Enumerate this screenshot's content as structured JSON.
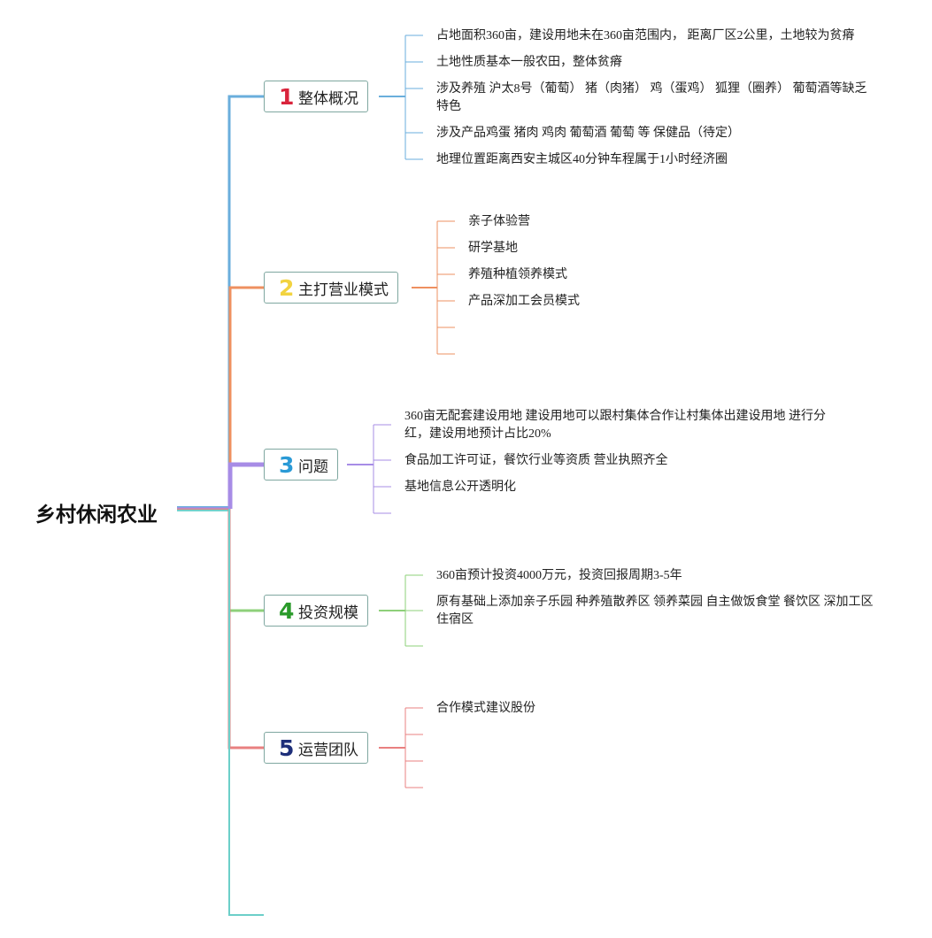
{
  "root": {
    "label": "乡村休闲农业"
  },
  "branches": [
    {
      "num": "1",
      "label": "整体概况",
      "color": "#6aaedc",
      "num_color": "#d9243c",
      "leaves": [
        "占地面积360亩，建设用地未在360亩范围内， 距离厂区2公里，土地较为贫瘠",
        "土地性质基本一般农田，整体贫瘠",
        "涉及养殖 沪太8号（葡萄） 猪（肉猪） 鸡（蛋鸡） 狐狸（圈养） 葡萄酒等缺乏特色",
        "涉及产品鸡蛋 猪肉 鸡肉 葡萄酒 葡萄 等 保健品（待定）",
        "地理位置距离西安主城区40分钟车程属于1小时经济圈"
      ]
    },
    {
      "num": "2",
      "label": "主打营业模式",
      "color": "#ee9060",
      "num_color": "#f2d340",
      "leaves": [
        "亲子体验营",
        "研学基地",
        "养殖种植领养模式",
        "产品深加工会员模式",
        ""
      ]
    },
    {
      "num": "3",
      "label": "问题",
      "color": "#a78ce6",
      "num_color": "#2a9ad6",
      "leaves": [
        "360亩无配套建设用地 建设用地可以跟村集体合作让村集体出建设用地 进行分红，建设用地预计占比20%",
        "食品加工许可证，餐饮行业等资质 营业执照齐全",
        "基地信息公开透明化"
      ]
    },
    {
      "num": "4",
      "label": "投资规模",
      "color": "#8ed07a",
      "num_color": "#2a9a2a",
      "leaves": [
        "360亩预计投资4000万元，投资回报周期3-5年",
        "原有基础上添加亲子乐园 种养殖散养区 领养菜园 自主做饭食堂 餐饮区 深加工区住宿区"
      ]
    },
    {
      "num": "5",
      "label": "运营团队",
      "color": "#e98080",
      "num_color": "#1e2f7a",
      "leaves": [
        "合作模式建议股份",
        "",
        "",
        ""
      ]
    }
  ],
  "extra_branch_color": "#6ccfc9"
}
